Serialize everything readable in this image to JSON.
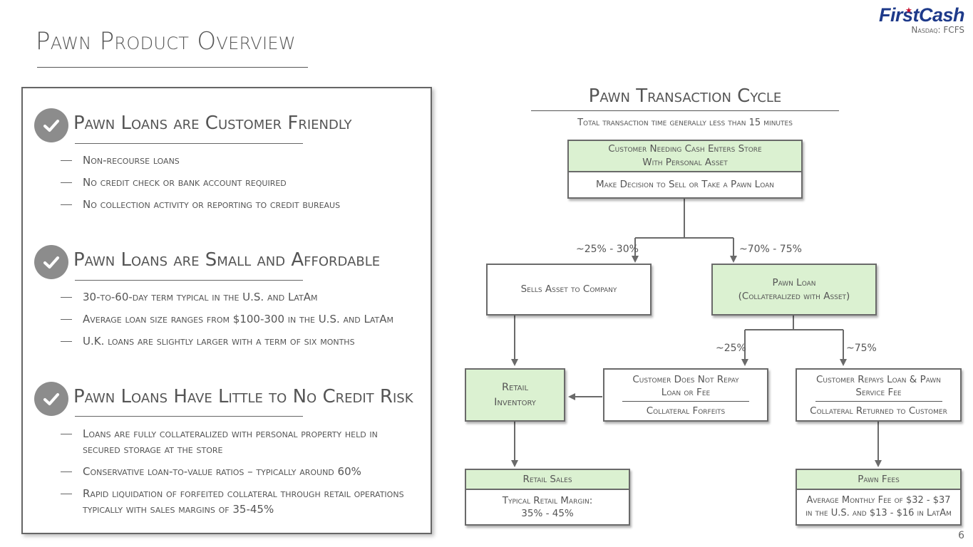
{
  "header": {
    "title": "Pawn Product Overview",
    "logo_text": "FirstCash",
    "ticker": "Nasdaq: FCFS",
    "page_number": "6"
  },
  "left": {
    "sections": [
      {
        "heading": "Pawn Loans are Customer Friendly",
        "bullets": [
          "Non-recourse loans",
          "No credit check or bank account required",
          "No collection activity or reporting to credit bureaus"
        ]
      },
      {
        "heading": "Pawn Loans are Small and Affordable",
        "bullets": [
          "30-to-60-day term typical in the U.S. and LatAm",
          "Average loan size ranges from $100-300 in the U.S. and LatAm",
          "U.K. loans are slightly larger with a term of six months"
        ]
      },
      {
        "heading": "Pawn Loans Have Little to No Credit Risk",
        "bullets": [
          "Loans are fully collateralized with personal property held in secured storage at the store",
          "Conservative loan-to-value ratios – typically around 60%",
          "Rapid liquidation of forfeited collateral through retail operations typically with sales margins of 35-45%"
        ]
      }
    ]
  },
  "diagram": {
    "title": "Pawn Transaction Cycle",
    "subtitle": "Total transaction time generally less than 15 minutes",
    "start": {
      "line1": "Customer Needing Cash Enters Store",
      "line2": "With Personal Asset",
      "decision": "Make Decision to Sell or Take a Pawn Loan"
    },
    "pct_sell": "~25% - 30%",
    "pct_pawn": "~70% - 75%",
    "sells_asset": "Sells Asset to Company",
    "pawn_loan": {
      "line1": "Pawn Loan",
      "line2": "(Collateralized with Asset)"
    },
    "pct_not_repay": "~25%",
    "pct_repay": "~75%",
    "retail_inventory": {
      "line1": "Retail",
      "line2": "Inventory"
    },
    "not_repay": {
      "line1": "Customer Does Not Repay",
      "line2": "Loan or Fee",
      "result": "Collateral Forfeits"
    },
    "repay": {
      "line1": "Customer Repays Loan & Pawn",
      "line2": "Service Fee",
      "result": "Collateral Returned to Customer"
    },
    "retail_sales": {
      "header": "Retail Sales",
      "line1": "Typical Retail Margin:",
      "line2": "35% - 45%"
    },
    "pawn_fees": {
      "header": "Pawn Fees",
      "line1": "Average Monthly Fee of $32 - $37",
      "line2": "in the U.S. and $13 - $16 in LatAm"
    }
  },
  "colors": {
    "accent_green": "#dbf1d1",
    "logo_blue": "#1e3a8a",
    "logo_star": "#c8102e",
    "border_gray": "#6a6a6a"
  }
}
